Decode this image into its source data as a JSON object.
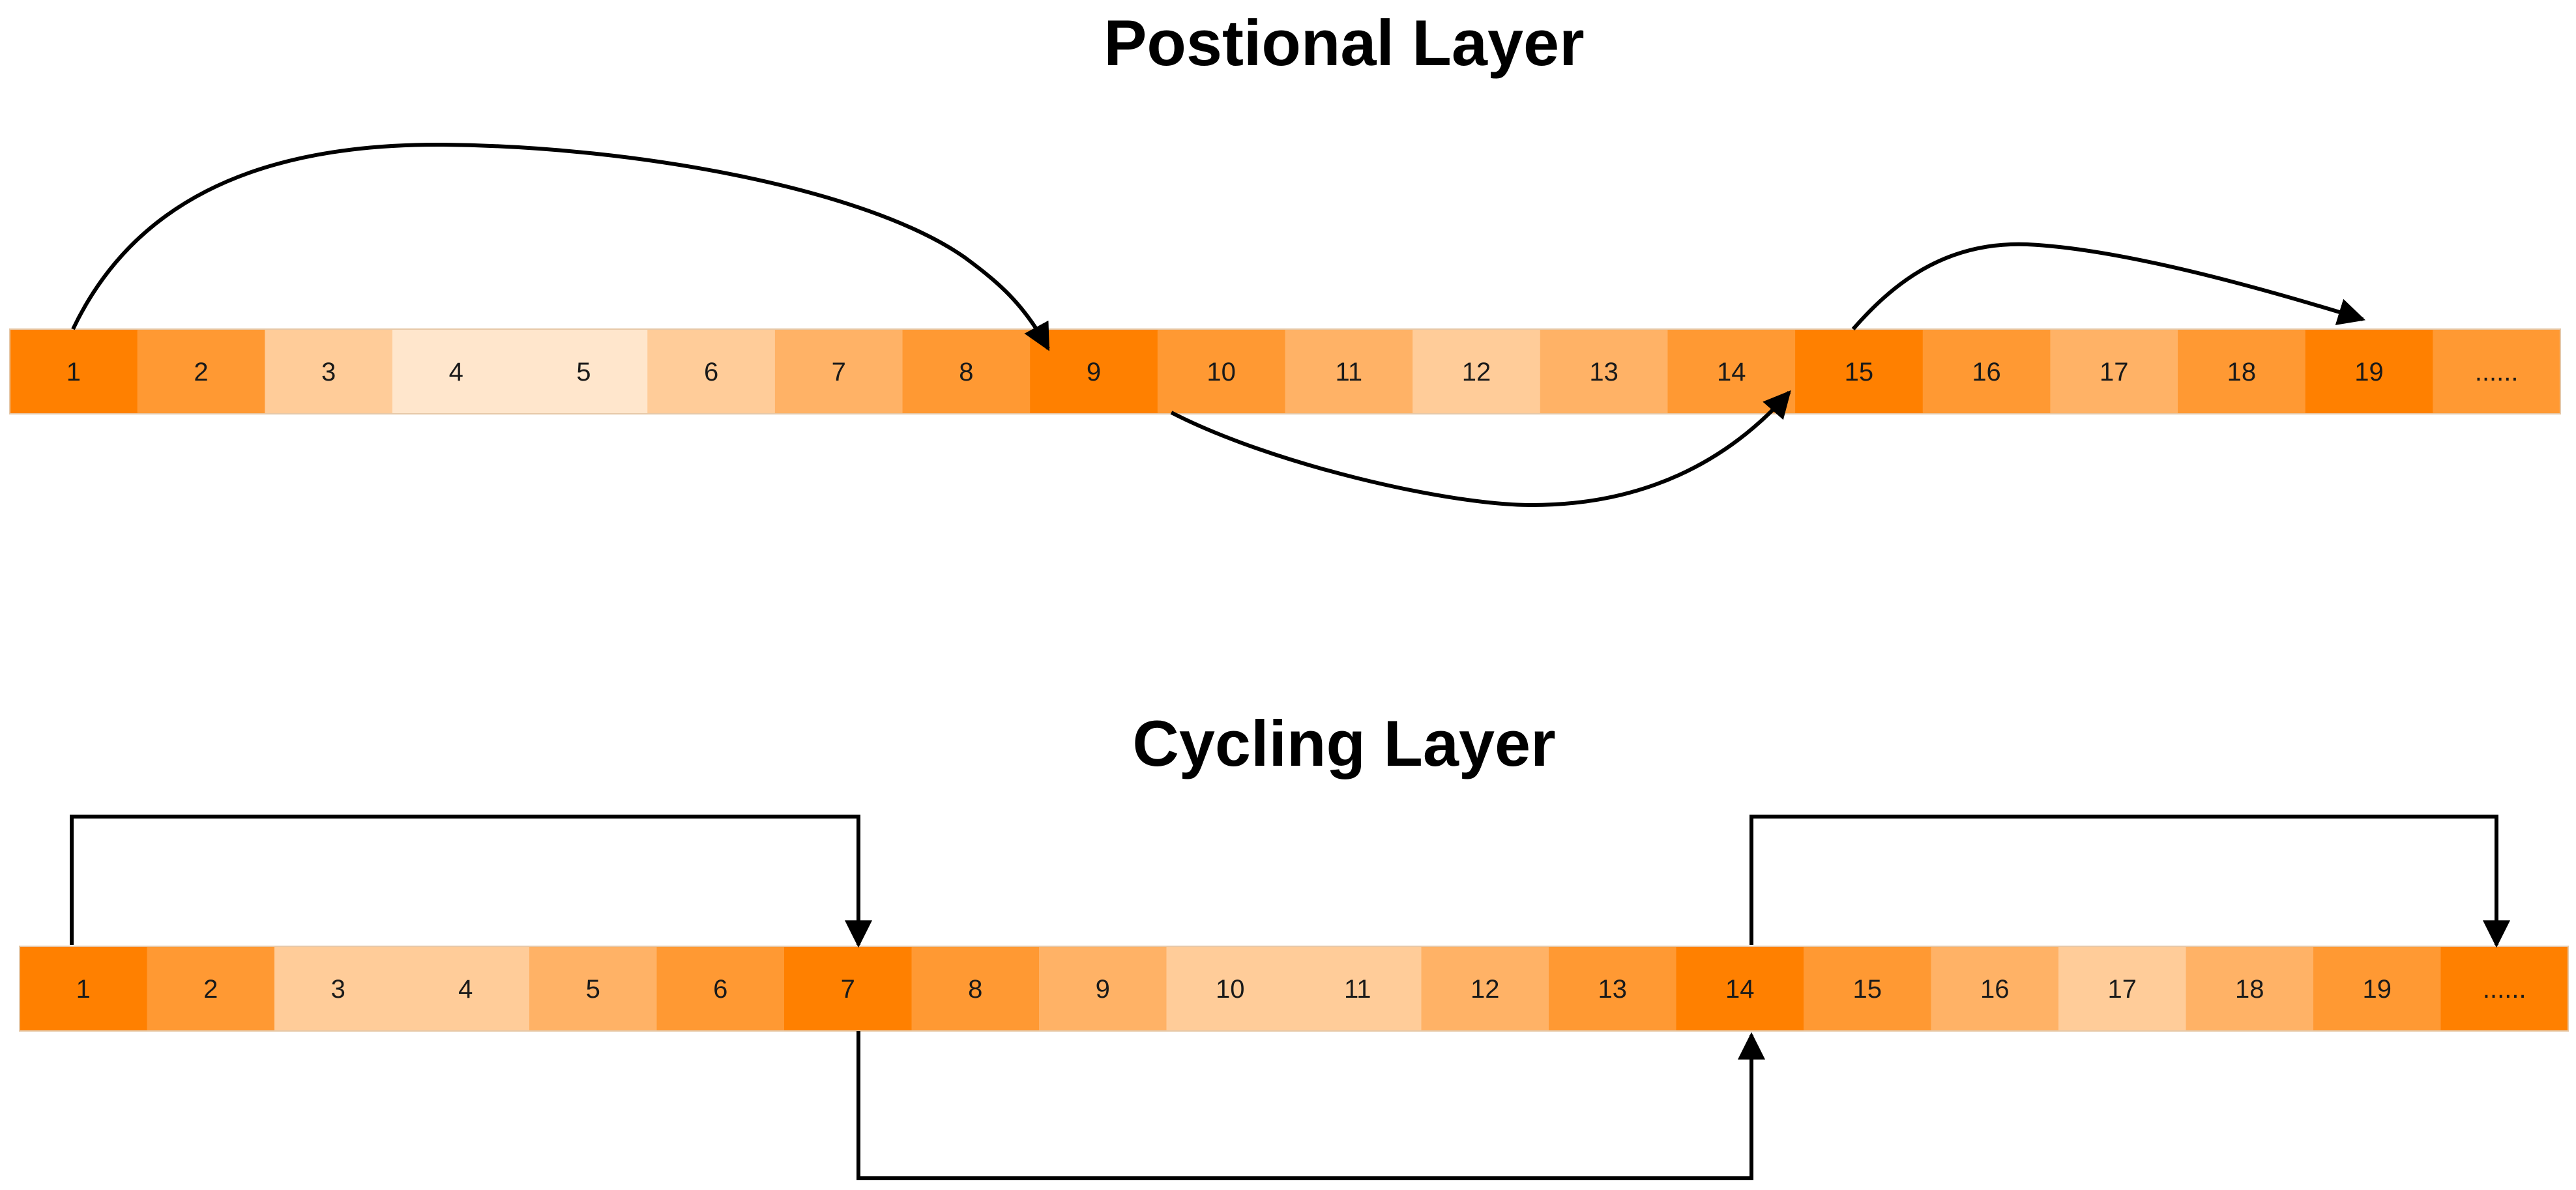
{
  "positional_layer": {
    "title": "Postional Layer",
    "cells": [
      {
        "label": "1",
        "color": "#FF8000"
      },
      {
        "label": "2",
        "color": "#FF9933"
      },
      {
        "label": "3",
        "color": "#FFCC99"
      },
      {
        "label": "4",
        "color": "#FFE6CC"
      },
      {
        "label": "5",
        "color": "#FFE6CC"
      },
      {
        "label": "6",
        "color": "#FFCC99"
      },
      {
        "label": "7",
        "color": "#FFB266"
      },
      {
        "label": "8",
        "color": "#FF9933"
      },
      {
        "label": "9",
        "color": "#FF8000"
      },
      {
        "label": "10",
        "color": "#FF9933"
      },
      {
        "label": "11",
        "color": "#FFB266"
      },
      {
        "label": "12",
        "color": "#FFCC99"
      },
      {
        "label": "13",
        "color": "#FFB266"
      },
      {
        "label": "14",
        "color": "#FF9933"
      },
      {
        "label": "15",
        "color": "#FF8000"
      },
      {
        "label": "16",
        "color": "#FF9933"
      },
      {
        "label": "17",
        "color": "#FFB266"
      },
      {
        "label": "18",
        "color": "#FF9933"
      },
      {
        "label": "19",
        "color": "#FF8000"
      },
      {
        "label": "......",
        "color": "#FF9933"
      }
    ],
    "connections": [
      {
        "from": "1",
        "to": "9"
      },
      {
        "from": "10",
        "to": "15"
      },
      {
        "from": "15",
        "to": "19"
      }
    ]
  },
  "cycling_layer": {
    "title": "Cycling Layer",
    "cells": [
      {
        "label": "1",
        "color": "#FF8000"
      },
      {
        "label": "2",
        "color": "#FF9933"
      },
      {
        "label": "3",
        "color": "#FFCC99"
      },
      {
        "label": "4",
        "color": "#FFCC99"
      },
      {
        "label": "5",
        "color": "#FFB266"
      },
      {
        "label": "6",
        "color": "#FF9933"
      },
      {
        "label": "7",
        "color": "#FF8000"
      },
      {
        "label": "8",
        "color": "#FF9933"
      },
      {
        "label": "9",
        "color": "#FFB266"
      },
      {
        "label": "10",
        "color": "#FFCC99"
      },
      {
        "label": "11",
        "color": "#FFCC99"
      },
      {
        "label": "12",
        "color": "#FFB266"
      },
      {
        "label": "13",
        "color": "#FF9933"
      },
      {
        "label": "14",
        "color": "#FF8000"
      },
      {
        "label": "15",
        "color": "#FF9933"
      },
      {
        "label": "16",
        "color": "#FFB266"
      },
      {
        "label": "17",
        "color": "#FFCC99"
      },
      {
        "label": "18",
        "color": "#FFB266"
      },
      {
        "label": "19",
        "color": "#FF9933"
      },
      {
        "label": "......",
        "color": "#FF8000"
      }
    ],
    "connections": [
      {
        "from": "1",
        "to": "7"
      },
      {
        "from": "7",
        "to": "14"
      },
      {
        "from": "14",
        "to": "......"
      }
    ]
  }
}
